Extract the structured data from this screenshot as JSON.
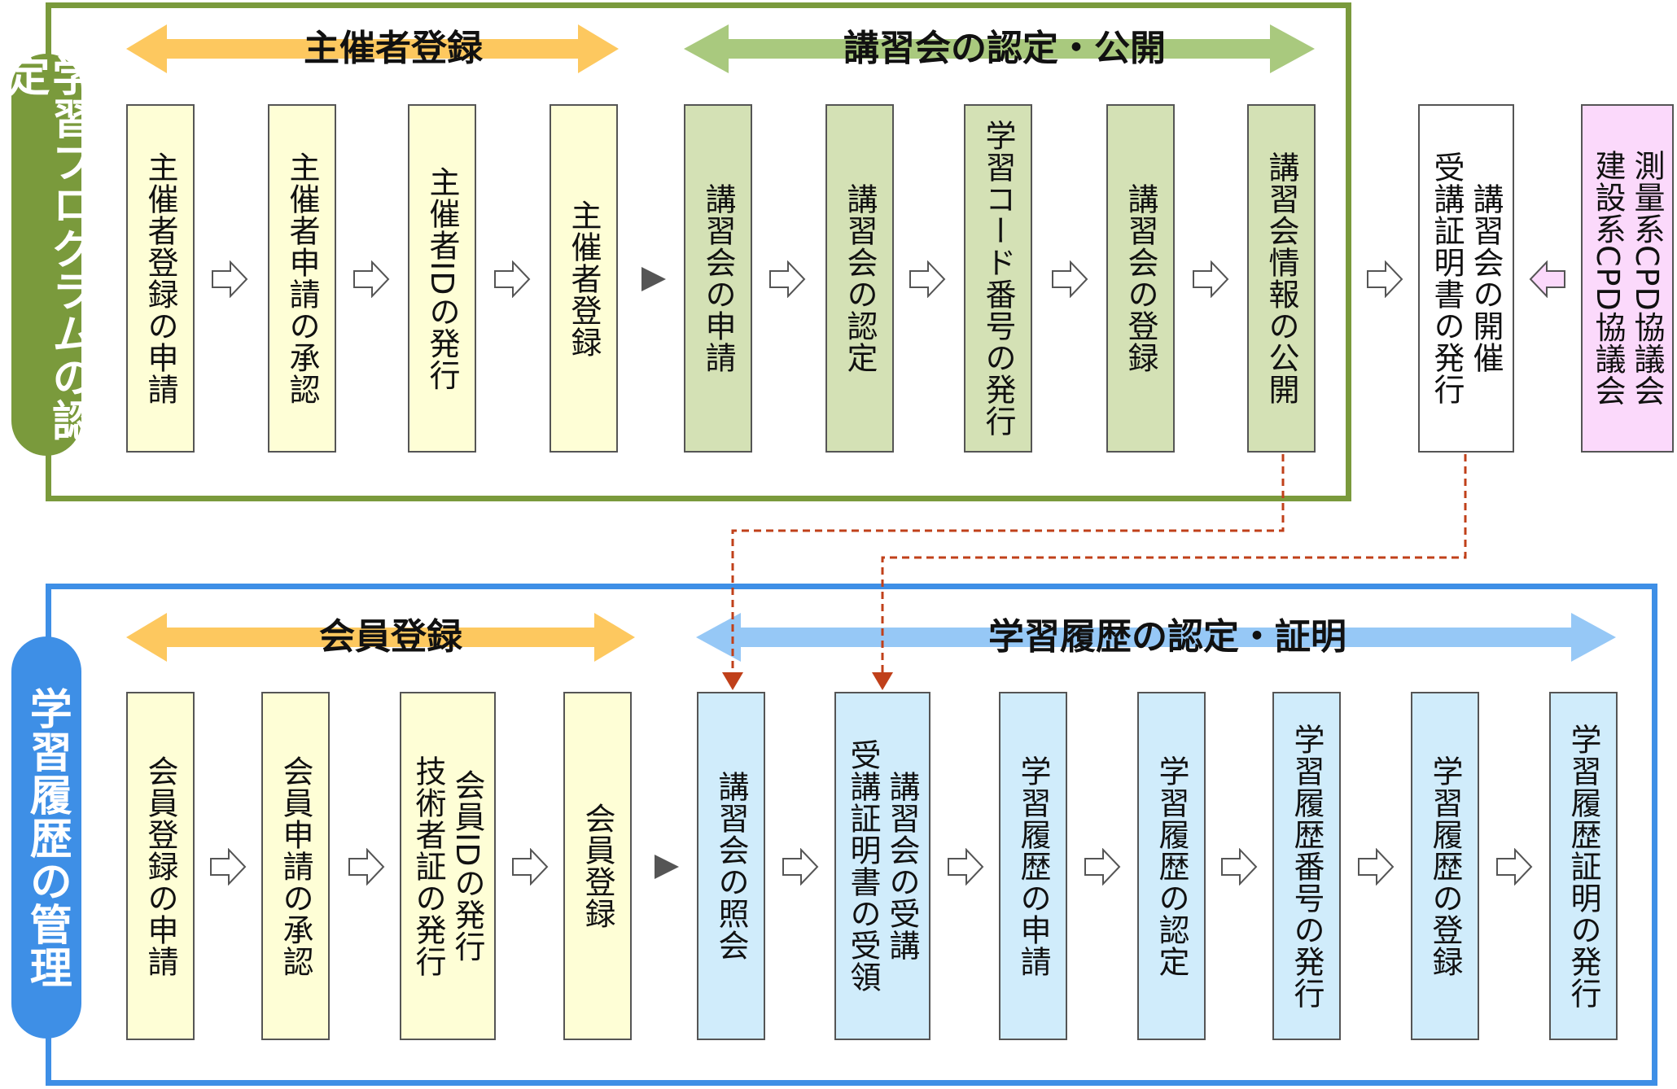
{
  "top": {
    "side_label": "学習プログラムの認定",
    "section_left": "主催者登録",
    "section_right": "講習会の認定・公開",
    "boxes": [
      {
        "lines": [
          "主催者登録の申請"
        ]
      },
      {
        "lines": [
          "主催者申請の承認"
        ]
      },
      {
        "lines": [
          "主催者IDの発行"
        ]
      },
      {
        "lines": [
          "主催者登録"
        ]
      },
      {
        "lines": [
          "講習会の申請"
        ]
      },
      {
        "lines": [
          "講習会の認定"
        ]
      },
      {
        "lines": [
          "学習コード番号の発行"
        ]
      },
      {
        "lines": [
          "講習会の登録"
        ]
      },
      {
        "lines": [
          "講習会情報の公開"
        ]
      }
    ],
    "outside_box": {
      "lines": [
        "講習会の開催",
        "受講証明書の発行"
      ]
    },
    "cpd_box": {
      "lines": [
        "測量系CPD協議会",
        "建設系CPD協議会"
      ]
    }
  },
  "bottom": {
    "side_label": "学習履歴の管理",
    "section_left": "会員登録",
    "section_right": "学習履歴の認定・証明",
    "boxes": [
      {
        "lines": [
          "会員登録の申請"
        ]
      },
      {
        "lines": [
          "会員申請の承認"
        ]
      },
      {
        "lines": [
          "会員IDの発行",
          "技術者証の発行"
        ]
      },
      {
        "lines": [
          "会員登録"
        ]
      },
      {
        "lines": [
          "講習会の照会"
        ]
      },
      {
        "lines": [
          "講習会の受講",
          "受講証明書の受領"
        ]
      },
      {
        "lines": [
          "学習履歴の申請"
        ]
      },
      {
        "lines": [
          "学習履歴の認定"
        ]
      },
      {
        "lines": [
          "学習履歴番号の発行"
        ]
      },
      {
        "lines": [
          "学習履歴の登録"
        ]
      },
      {
        "lines": [
          "学習履歴証明の発行"
        ]
      }
    ]
  },
  "colors": {
    "green_frame": "#7a9a3c",
    "blue_frame": "#3e8fe6",
    "orange_arrow": "#fdc85f",
    "green_arrow": "#a9c97e",
    "blue_arrow": "#96c8f6",
    "dashed_link": "#c0401a"
  }
}
